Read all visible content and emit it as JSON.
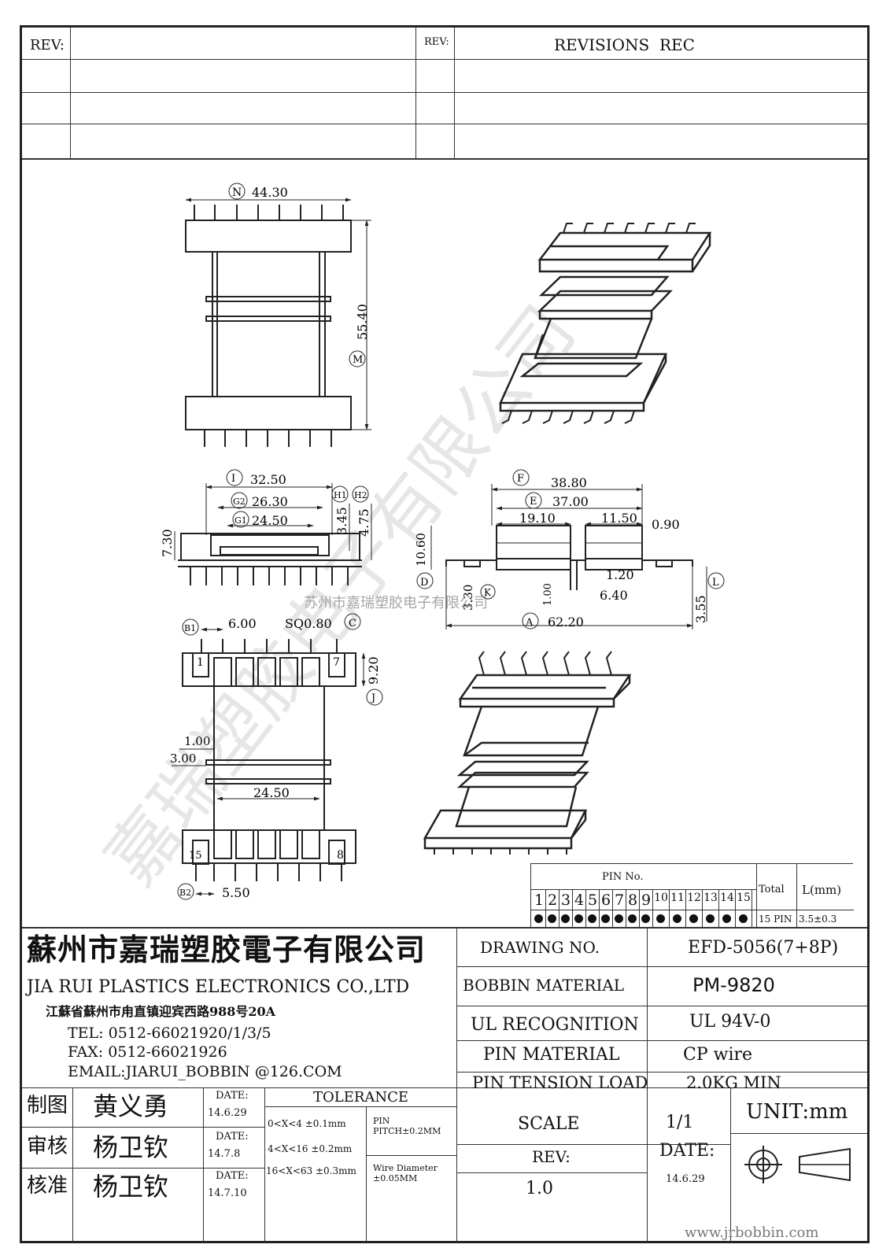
{
  "revisions": {
    "rev_left": "REV:",
    "rev_right": "REV:",
    "heading": "REVISIONS",
    "heading_rec": "REC"
  },
  "dimensions": {
    "top": {
      "n": "N",
      "n_value": "44.30",
      "m": "M",
      "m_value": "55.40"
    },
    "middle_left": {
      "i": "I",
      "i_value": "32.50",
      "g2": "G2",
      "g2_value": "26.30",
      "g1": "G1",
      "g1_value": "24.50",
      "h1": "H1",
      "h2": "H2",
      "h1_value": "3.45",
      "h2_value": "4.75",
      "height": "7.30"
    },
    "middle_right": {
      "f": "F",
      "f_value": "38.80",
      "e": "E",
      "e_value": "37.00",
      "v1": "19.10",
      "v2": "11.50",
      "v3": "0.90",
      "v4": "10.60",
      "d": "D",
      "v5": "1.20",
      "k": "K",
      "v6": "3.30",
      "v7": "1.00",
      "v8": "6.40",
      "l": "L",
      "v9": "3.55",
      "a": "A",
      "a_value": "62.20"
    },
    "bottom_left": {
      "b1": "B1",
      "b1_value": "6.00",
      "sq": "SQ0.80",
      "c": "C",
      "pin1": "1",
      "pin7": "7",
      "j": "J",
      "j_value": "9.20",
      "v1": "1.00",
      "v2": "3.00",
      "v3": "24.50",
      "pin15": "15",
      "pin8": "8",
      "b2": "B2",
      "b2_value": "5.50"
    }
  },
  "watermark": "苏州市嘉瑞塑胶电子有限公司",
  "pin_table": {
    "header": "PIN No.",
    "pins": [
      "1",
      "2",
      "3",
      "4",
      "5",
      "6",
      "7",
      "8",
      "9",
      "10",
      "11",
      "12",
      "13",
      "14",
      "15"
    ],
    "total_label": "Total",
    "total_value": "15 PIN",
    "l_label": "L(mm)",
    "l_value": "3.5±0.3"
  },
  "company": {
    "name_cn": "蘇州市嘉瑞塑胶電子有限公司",
    "name_en": "JIA RUI PLASTICS ELECTRONICS CO.,LTD",
    "address": "江蘇省蘇州市甪直镇迎宾西路988号20A",
    "tel": "TEL: 0512-66021920/1/3/5",
    "fax": "FAX: 0512-66021926",
    "email": "EMAIL:JIARUI_BOBBIN @126.COM"
  },
  "specs": [
    {
      "label": "DRAWING  NO.",
      "value": "EFD-5056(7+8P)"
    },
    {
      "label": "BOBBIN  MATERIAL",
      "value": "PM-9820"
    },
    {
      "label": "UL RECOGNITION",
      "value": "UL 94V-0"
    },
    {
      "label": "PIN MATERIAL",
      "value": "CP wire"
    },
    {
      "label": "PIN TENSION LOAD",
      "value": "2.0KG MIN"
    }
  ],
  "signoff": [
    {
      "role": "制图",
      "name": "黄义勇",
      "date_label": "DATE:",
      "date": "14.6.29"
    },
    {
      "role": "审核",
      "name": "杨卫钦",
      "date_label": "DATE:",
      "date": "14.7.8"
    },
    {
      "role": "核准",
      "name": "杨卫钦",
      "date_label": "DATE:",
      "date": "14.7.10"
    }
  ],
  "tolerance": {
    "title": "TOLERANCE",
    "rows": [
      "0<X<4  ±0.1mm",
      "4<X<16 ±0.2mm",
      "16<X<63 ±0.3mm"
    ],
    "pin_pitch": "PIN\nPITCH±0.2MM",
    "wire_diameter": "Wire Diameter\n±0.05MM"
  },
  "scale": {
    "label": "SCALE",
    "value": "1/1"
  },
  "rev": {
    "label": "REV:",
    "value": "1.0"
  },
  "date": {
    "label": "DATE:",
    "value": "14.6.29"
  },
  "unit": "UNIT:mm",
  "website": "www.jrbobbin.com"
}
